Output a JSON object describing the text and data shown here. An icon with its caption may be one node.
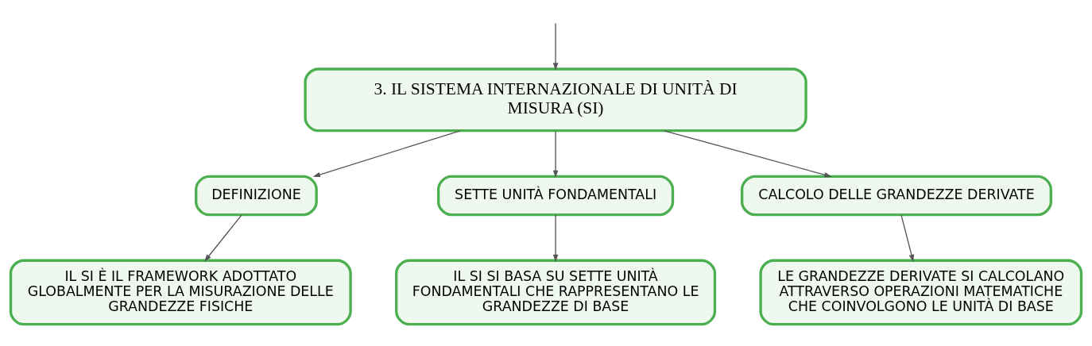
{
  "diagram": {
    "nodes": [
      {
        "text": [
          "3. IL SISTEMA INTERNAZIONALE DI UNITÀ DI MISURA (SI)"
        ]
      },
      {
        "text": [
          "DEFINIZIONE"
        ]
      },
      {
        "text": [
          "SETTE UNITÀ FONDAMENTALI"
        ]
      },
      {
        "text": [
          "CALCOLO DELLE GRANDEZZE DERIVATE"
        ]
      },
      {
        "text": [
          "IL SI È IL FRAMEWORK ADOTTATO GLOBALMENTE PER LA MISURAZIONE DELLE GRANDEZZE FISICHE"
        ]
      },
      {
        "text": [
          "IL SI SI BASA SU SETTE UNITÀ FONDAMENTALI CHE RAPPRESENTANO LE GRANDEZZE DI BASE"
        ]
      },
      {
        "text": [
          "LE GRANDEZZE DERIVATE SI CALCOLANO ATTRAVERSO OPERAZIONI MATEMATICHE CHE COINVOLGONO LE UNITÀ DI BASE"
        ]
      }
    ],
    "edges": [
      {
        "from": null,
        "to": 0,
        "arrow": "to"
      },
      {
        "from": 0,
        "to": 1,
        "arrow": "to"
      },
      {
        "from": 0,
        "to": 2,
        "arrow": "to"
      },
      {
        "from": 0,
        "to": 3,
        "arrow": "to"
      },
      {
        "from": 1,
        "to": 4,
        "arrow": "to"
      },
      {
        "from": 2,
        "to": 5,
        "arrow": "to"
      },
      {
        "from": 3,
        "to": 6,
        "arrow": "to"
      }
    ]
  }
}
